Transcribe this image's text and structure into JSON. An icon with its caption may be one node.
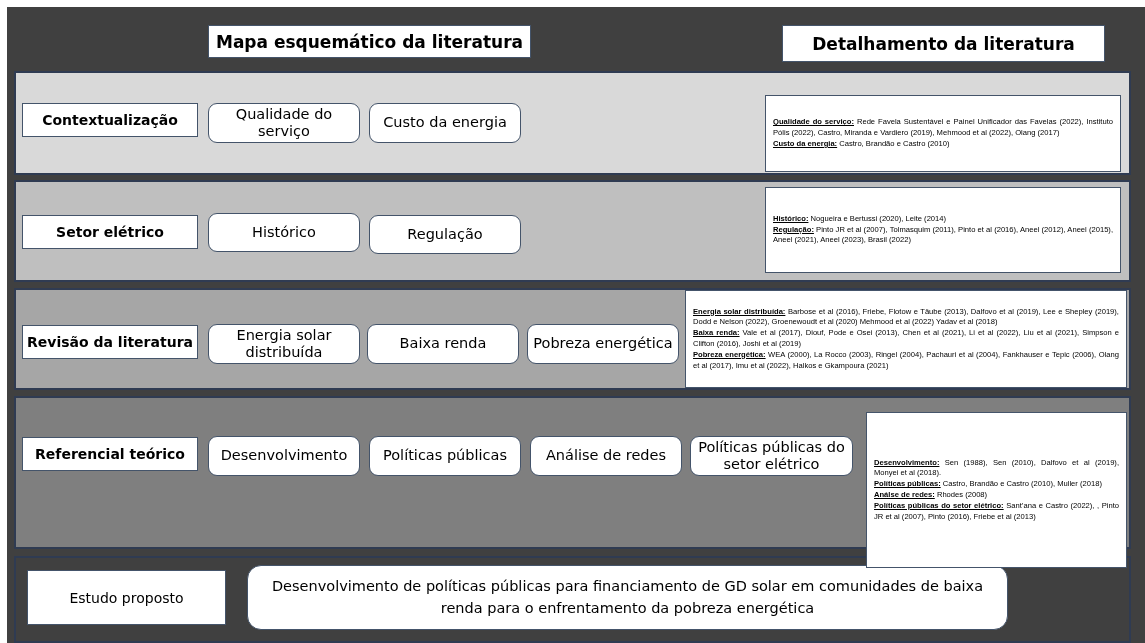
{
  "diagram": {
    "nodes": [
      {
        "text": [
          "Mapa esquemático da literatura"
        ]
      },
      {
        "text": [
          "Detalhamento da literatura"
        ]
      },
      {
        "text": [],
        "shape": "band"
      },
      {
        "text": [
          "Contextualização"
        ],
        "in": 2
      },
      {
        "text": [
          "Qualidade do serviço"
        ],
        "in": 2
      },
      {
        "text": [
          "Custo da energia"
        ],
        "in": 2
      },
      {
        "text": [
          "**Qualidade do serviço:** Rede Favela Sustentável e Painel Unificador das Favelas (2022), Instituto Pólis (2022), Castro, Miranda e Vardiero (2019), Mehmood et al (2022), Olang (2017)",
          "**Custo da energia:** Castro, Brandão e Castro (2010)"
        ],
        "in": 2
      },
      {
        "text": [],
        "shape": "band"
      },
      {
        "text": [
          "Setor elétrico"
        ],
        "in": 7
      },
      {
        "text": [
          "Histórico"
        ],
        "in": 7
      },
      {
        "text": [
          "Regulação"
        ],
        "in": 7
      },
      {
        "text": [
          "**Histórico:** Nogueira e Bertussi (2020), Leite (2014)",
          "**Regulação:** Pinto JR et al (2007), Tolmasquim (2011), Pinto et al (2016), Aneel (2012), Aneel (2015), Aneel (2021), Aneel (2023), Brasil (2022)"
        ],
        "in": 7
      },
      {
        "text": [],
        "shape": "band"
      },
      {
        "text": [
          "Revisão da literatura"
        ],
        "in": 12
      },
      {
        "text": [
          "Energia solar distribuída"
        ],
        "in": 12
      },
      {
        "text": [
          "Baixa renda"
        ],
        "in": 12
      },
      {
        "text": [
          "Pobreza energética"
        ],
        "in": 12
      },
      {
        "text": [
          "**Energia solar distribuída:** Barbose et al (2016), Friebe, Flotow e Täube (2013), Dalfovo et al (2019), Lee e Shepley (2019), Dodd e Nelson (2022), Groenewoudt et al (2020) Mehmood et al (2022) Yadav et al (2018)",
          "**Baixa renda:** Vale et al (2017), Diouf, Pode e Osei (2013), Chen et al (2021), Li et al (2022), Liu et al (2021), Simpson e Clifton (2016), Joshi et al (2019)",
          "**Pobreza energética:** WEA (2000), La Rocco (2003), Ringel (2004), Pachauri et al (2004), Fankhauser e Tepic (2006), Olang et al (2017), Imu et al (2022), Halkos e Gkampoura (2021)"
        ],
        "in": 12
      },
      {
        "text": [],
        "shape": "band"
      },
      {
        "text": [
          "Referencial teórico"
        ],
        "in": 18
      },
      {
        "text": [
          "Desenvolvimento"
        ],
        "in": 18
      },
      {
        "text": [
          "Políticas públicas"
        ],
        "in": 18
      },
      {
        "text": [
          "Análise de redes"
        ],
        "in": 18
      },
      {
        "text": [
          "Políticas públicas do setor elétrico"
        ],
        "in": 18
      },
      {
        "text": [
          "**Desenvolvimento:** Sen (1988), Sen (2010), Dalfovo et al (2019), Monyei et al (2018).",
          "**Políticas públicas:** Castro, Brandão e Castro (2010), Muller (2018)",
          "**Análse de redes:** Rhodes (2008)",
          "**Políticas públicas do setor elétrico:** Sant’ana e Castro (2022), , Pinto JR et al (2007), Pinto (2016), Friebe et al (2013)"
        ]
      },
      {
        "text": [],
        "shape": "band"
      },
      {
        "text": [
          "Estudo proposto"
        ],
        "in": 25
      },
      {
        "text": [
          "Desenvolvimento de políticas públicas para financiamento de GD solar em comunidades de baixa renda para o enfrentamento da pobreza energética"
        ],
        "in": 25
      }
    ]
  }
}
